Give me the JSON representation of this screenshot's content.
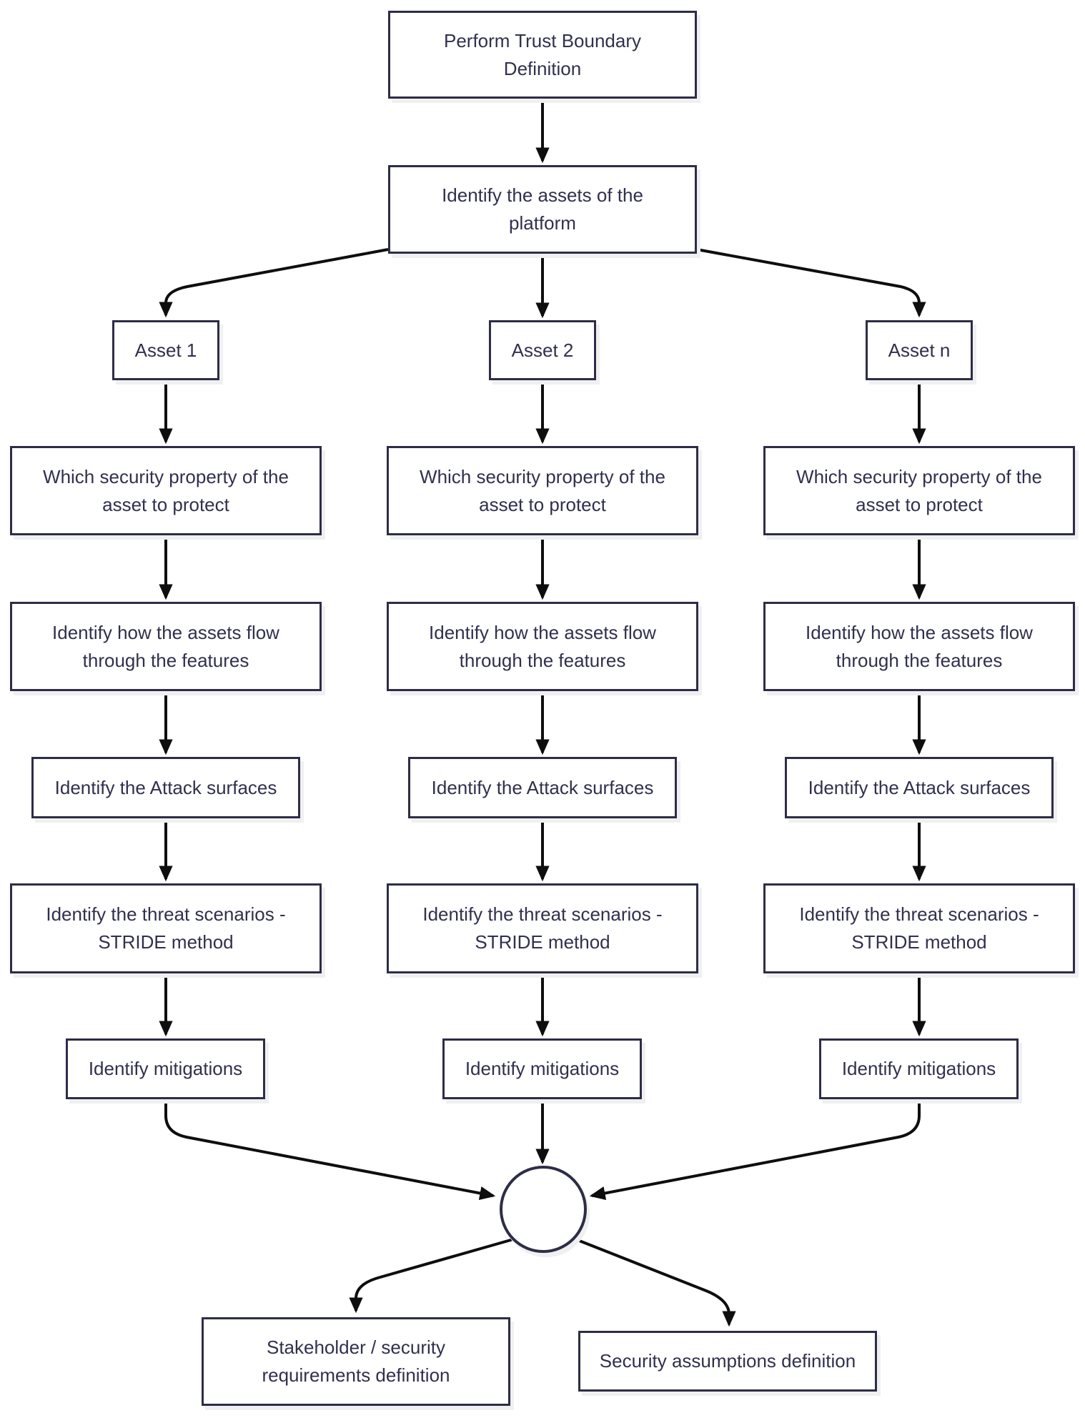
{
  "colors": {
    "background": "#ffffff",
    "node_fill": "#ffffff",
    "node_border": "#2d2d47",
    "node_text": "#31304e",
    "arrow": "#0e0e0e",
    "node_shadow": "#f0f0f2"
  },
  "flow": {
    "root": {
      "label": "Perform Trust Boundary Definition"
    },
    "assets_node": {
      "label": "Identify the assets of the platform"
    },
    "branches": [
      {
        "asset_label": "Asset 1",
        "steps": [
          {
            "label": "Which security property of the asset to protect"
          },
          {
            "label": "Identify how the assets flow through the features"
          },
          {
            "label": "Identify the Attack surfaces"
          },
          {
            "label": "Identify the threat scenarios - STRIDE method"
          },
          {
            "label": "Identify mitigations"
          }
        ]
      },
      {
        "asset_label": "Asset 2",
        "steps": [
          {
            "label": "Which security property of the asset to protect"
          },
          {
            "label": "Identify how the assets flow through the features"
          },
          {
            "label": "Identify the Attack surfaces"
          },
          {
            "label": "Identify the threat scenarios - STRIDE method"
          },
          {
            "label": "Identify mitigations"
          }
        ]
      },
      {
        "asset_label": "Asset n",
        "steps": [
          {
            "label": "Which security property of the asset to protect"
          },
          {
            "label": "Identify how the assets flow through the features"
          },
          {
            "label": "Identify the Attack surfaces"
          },
          {
            "label": "Identify the threat scenarios - STRIDE method"
          },
          {
            "label": "Identify mitigations"
          }
        ]
      }
    ],
    "join_node": {
      "shape": "circle",
      "label": ""
    },
    "outputs": [
      {
        "label": "Stakeholder / security requirements definition"
      },
      {
        "label": "Security assumptions definition"
      }
    ]
  }
}
